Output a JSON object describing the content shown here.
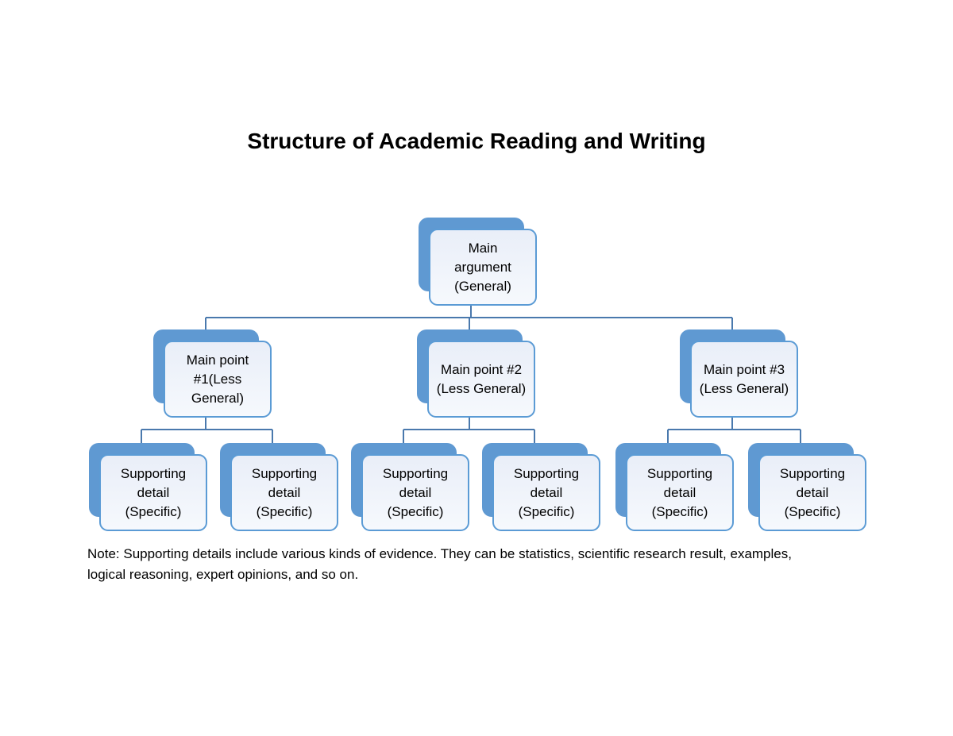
{
  "title": "Structure of Academic Reading and Writing",
  "diagram": {
    "root": {
      "label": "Main\nargument\n(General)"
    },
    "main_points": [
      {
        "label": "Main point\n#1(Less\nGeneral)",
        "children": [
          {
            "label": "Supporting\ndetail\n(Specific)"
          },
          {
            "label": "Supporting\ndetail\n(Specific)"
          }
        ]
      },
      {
        "label": "Main point #2\n(Less General)",
        "children": [
          {
            "label": "Supporting\ndetail\n(Specific)"
          },
          {
            "label": "Supporting\ndetail\n(Specific)"
          }
        ]
      },
      {
        "label": "Main point #3\n(Less General)",
        "children": [
          {
            "label": "Supporting\ndetail\n(Specific)"
          },
          {
            "label": "Supporting\ndetail\n(Specific)"
          }
        ]
      }
    ]
  },
  "note": "Note: Supporting details include various kinds of evidence. They can be statistics, scientific research result, examples,\nlogical reasoning, expert opinions, and so on.",
  "colors": {
    "shape_fill": "#5f99d2",
    "box_border": "#5b9bd5",
    "box_fill_top": "#e9eef8",
    "box_fill_bottom": "#f6f9fd",
    "connector": "#4a79ad",
    "text": "#000000",
    "title_text": "#000000",
    "background": "#ffffff"
  }
}
